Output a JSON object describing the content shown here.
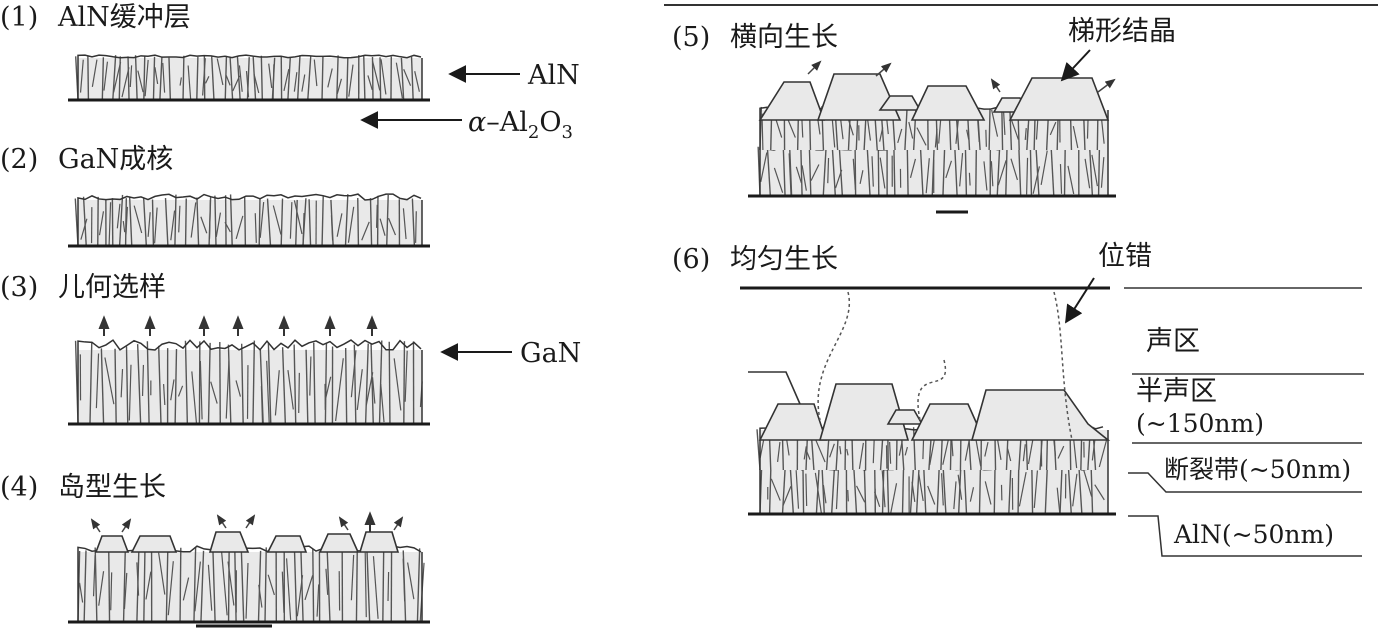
{
  "panels": [
    {
      "num": "(1)",
      "title": "AlN缓冲层"
    },
    {
      "num": "(2)",
      "title": "GaN成核"
    },
    {
      "num": "(3)",
      "title": "儿何选样"
    },
    {
      "num": "(4)",
      "title": "岛型生长"
    },
    {
      "num": "(5)",
      "title": "横向生长"
    },
    {
      "num": "(6)",
      "title": "均匀生长"
    }
  ],
  "callouts": {
    "aln": "AlN",
    "substrate_alpha": "α",
    "substrate_dash": "–",
    "substrate_al": "Al",
    "substrate_sub2": "2",
    "substrate_o": "O",
    "substrate_sub3": "3",
    "gan": "GaN",
    "facet_crystal": "梯形结晶",
    "dislocation": "位错"
  },
  "regions": {
    "acoustic": "声区",
    "semi_acoustic": "半声区",
    "semi_thickness": "(~150nm)",
    "fracture": "断裂带(~50nm)",
    "aln_layer": "AlN(~50nm)"
  },
  "colors": {
    "ink": "#1a1a1a",
    "line": "#333333",
    "hatch": "#555555",
    "fill": "#e9e9e9"
  }
}
